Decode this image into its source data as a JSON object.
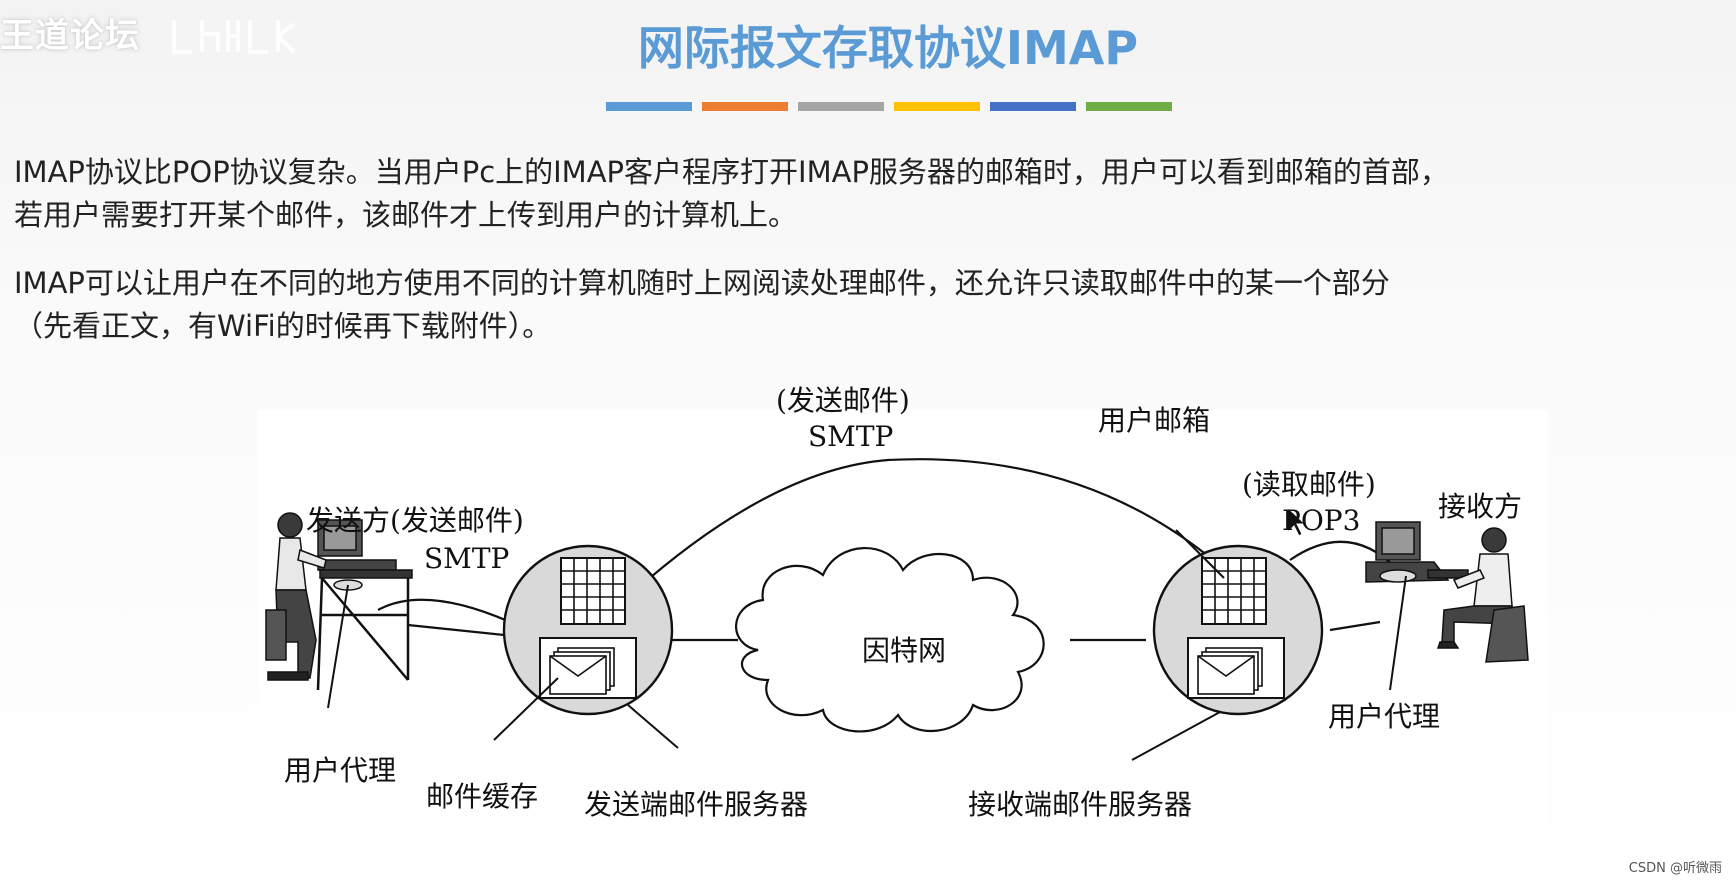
{
  "brand": {
    "text": "王道论坛"
  },
  "title": "网际报文存取协议IMAP",
  "accent_colors": [
    "#5b9bd5",
    "#ed7d31",
    "#a5a5a5",
    "#ffc000",
    "#4472c4",
    "#70ad47"
  ],
  "paragraphs": [
    {
      "line1": "IMAP协议比POP协议复杂。当用户Pc上的IMAP客户程序打开IMAP服务器的邮箱时，用户可以看到邮箱的首部，",
      "line2": "若用户需要打开某个邮件，该邮件才上传到用户的计算机上。"
    },
    {
      "line1": "IMAP可以让用户在不同的地方使用不同的计算机随时上网阅读处理邮件，还允许只读取邮件中的某一个部分",
      "line2": "（先看正文，有WiFi的时候再下载附件）。"
    }
  ],
  "diagram": {
    "sender_protocol": "发送方(发送邮件)",
    "sender_protocol_name": "SMTP",
    "middle_protocol": "(发送邮件)",
    "middle_protocol_name": "SMTP",
    "mailbox_label": "用户邮箱",
    "receiver_protocol": "(读取邮件)",
    "receiver_protocol_name": "POP3",
    "receiver_label": "接收方",
    "internet_label": "因特网",
    "left_user_agent": "用户代理",
    "mail_cache": "邮件缓存",
    "send_server": "发送端邮件服务器",
    "recv_server": "接收端邮件服务器",
    "right_user_agent": "用户代理",
    "icons": [
      "person-at-computer-icon",
      "mailbox-grid-icon",
      "envelope-stack-icon",
      "cloud-icon",
      "cursor-arrow-icon"
    ]
  },
  "footer": "CSDN @听微雨"
}
